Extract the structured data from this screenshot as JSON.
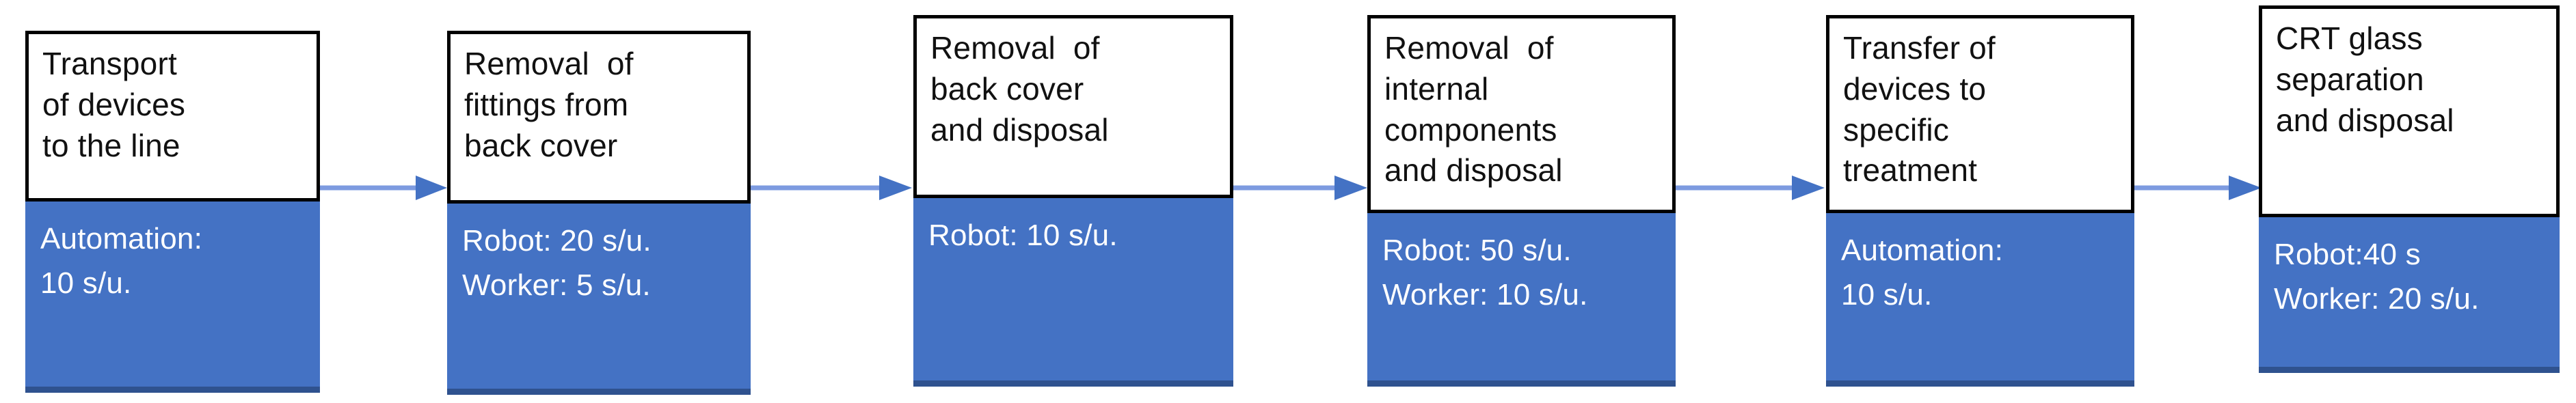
{
  "diagram": {
    "title": "CRT device disassembly process flow",
    "type": "linear-process-flow",
    "orientation": "left-to-right",
    "colors": {
      "box_fill": "#FFFFFF",
      "box_border": "#000000",
      "resource_fill": "#4472C4",
      "resource_border": "#2F528F",
      "resource_text": "#FFFFFF",
      "arrow": "#4472C4",
      "arrow_line": "#7D9BE0",
      "background": "#FFFFFF"
    }
  },
  "steps": [
    {
      "index": 1,
      "task_lines": [
        "Transport",
        "of devices",
        "to the line"
      ],
      "resource_lines": [
        "Automation:",
        "10 s/u."
      ],
      "resources": [
        {
          "kind": "Automation",
          "time": "10 s/u.",
          "value": 10,
          "unit": "s/u."
        }
      ]
    },
    {
      "index": 2,
      "task_lines": [
        "Removal  of",
        "fittings from",
        "back cover"
      ],
      "resource_lines": [
        "Robot: 20 s/u.",
        "Worker: 5 s/u."
      ],
      "resources": [
        {
          "kind": "Robot",
          "time": "20 s/u.",
          "value": 20,
          "unit": "s/u."
        },
        {
          "kind": "Worker",
          "time": "5 s/u.",
          "value": 5,
          "unit": "s/u."
        }
      ]
    },
    {
      "index": 3,
      "task_lines": [
        "Removal  of",
        "back cover",
        "and disposal"
      ],
      "resource_lines": [
        "Robot: 10 s/u."
      ],
      "resources": [
        {
          "kind": "Robot",
          "time": "10 s/u.",
          "value": 10,
          "unit": "s/u."
        }
      ]
    },
    {
      "index": 4,
      "task_lines": [
        "Removal  of",
        "internal",
        "components",
        "and disposal"
      ],
      "resource_lines": [
        "Robot: 50 s/u.",
        "Worker: 10 s/u."
      ],
      "resources": [
        {
          "kind": "Robot",
          "time": "50 s/u.",
          "value": 50,
          "unit": "s/u."
        },
        {
          "kind": "Worker",
          "time": "10 s/u.",
          "value": 10,
          "unit": "s/u."
        }
      ]
    },
    {
      "index": 5,
      "task_lines": [
        "Transfer of",
        "devices to",
        "specific",
        "treatment"
      ],
      "resource_lines": [
        "Automation:",
        "10 s/u."
      ],
      "resources": [
        {
          "kind": "Automation",
          "time": "10 s/u.",
          "value": 10,
          "unit": "s/u."
        }
      ]
    },
    {
      "index": 6,
      "task_lines": [
        "CRT glass",
        "separation",
        "and disposal"
      ],
      "resource_lines": [
        "Robot:40 s",
        "Worker: 20 s/u."
      ],
      "resources": [
        {
          "kind": "Robot",
          "time": "40 s",
          "value": 40,
          "unit": "s"
        },
        {
          "kind": "Worker",
          "time": "20 s/u.",
          "value": 20,
          "unit": "s/u."
        }
      ]
    }
  ],
  "connectors": [
    {
      "from": 1,
      "to": 2
    },
    {
      "from": 2,
      "to": 3
    },
    {
      "from": 3,
      "to": 4
    },
    {
      "from": 4,
      "to": 5
    },
    {
      "from": 5,
      "to": 6
    }
  ]
}
